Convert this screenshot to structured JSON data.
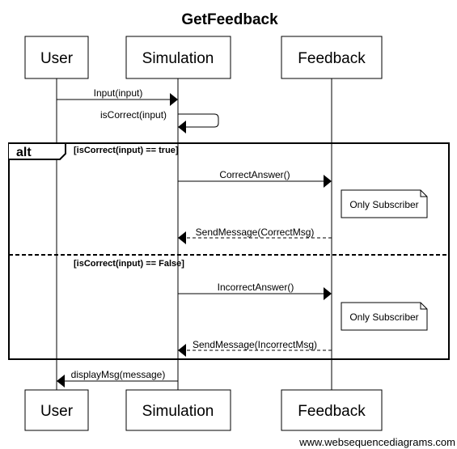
{
  "title": "GetFeedback",
  "participants": {
    "user": "User",
    "simulation": "Simulation",
    "feedback": "Feedback"
  },
  "messages": {
    "input": "Input(input)",
    "is_correct": "isCorrect(input)",
    "correct_answer": "CorrectAnswer()",
    "send_correct": "SendMessage(CorrectMsg)",
    "incorrect_answer": "IncorrectAnswer()",
    "send_incorrect": "SendMessage(IncorrectMsg)",
    "display_msg": "displayMsg(message)"
  },
  "alt": {
    "label": "alt",
    "guard_true": "[isCorrect(input) == true]",
    "guard_false": "[isCorrect(input) == False]"
  },
  "notes": {
    "note_1": "Only Subscriber",
    "note_2": "Only Subscriber"
  },
  "footer": "www.websequencediagrams.com"
}
